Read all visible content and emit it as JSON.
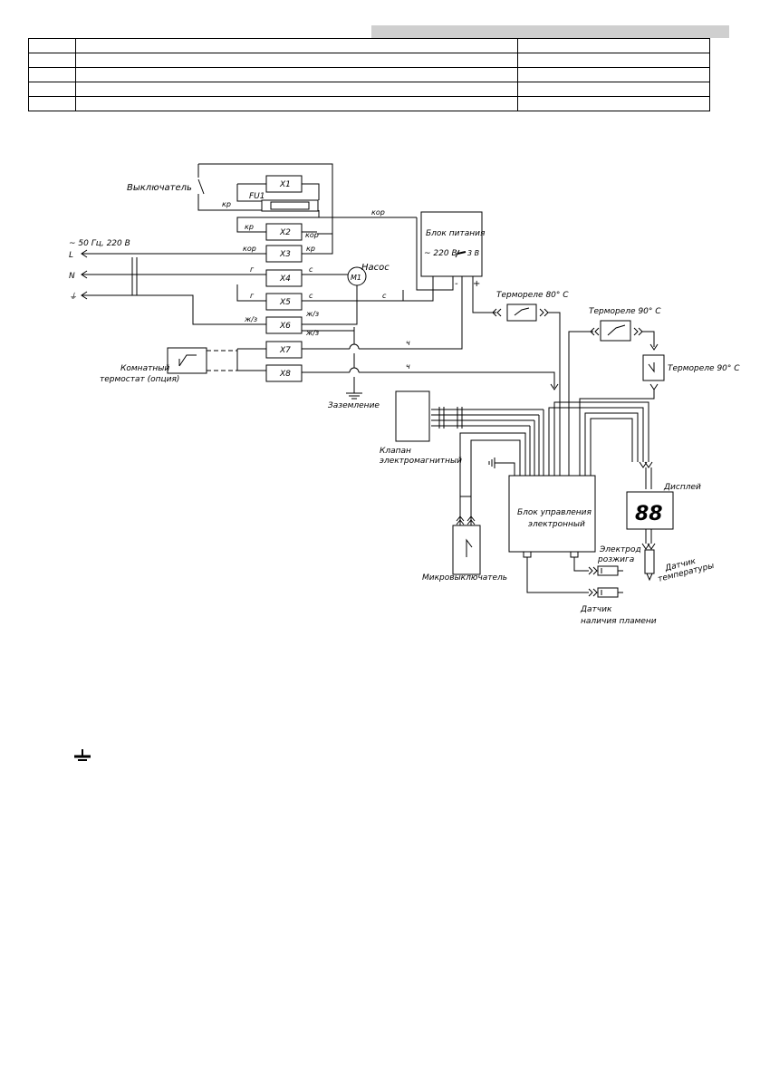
{
  "labels": {
    "switch": "Выключатель",
    "fuse": "FU1",
    "mains": "~ 50 Гц, 220 В",
    "L": "L",
    "N": "N",
    "pump": "Насос",
    "motor": "M1",
    "power_block_title": "Блок питания",
    "power_block_spec_left": "~ 220 В",
    "power_block_spec_right": "3 В",
    "minus": "-",
    "plus": "+",
    "thermorelay_80": "Термореле 80° С",
    "thermorelay_90_a": "Термореле 90° С",
    "thermorelay_90_b": "Термореле 90° С",
    "room_thermostat_1": "Комнатный",
    "room_thermostat_2": "термостат (опция)",
    "ground": "Заземление",
    "valve_1": "Клапан",
    "valve_2": "электромагнитный",
    "control_1": "Блок управления",
    "control_2": "электронный",
    "display": "Дисплей",
    "display_digits": "88",
    "electrode_1": "Электрод",
    "electrode_2": "розжига",
    "temp_sensor_1": "Датчик",
    "temp_sensor_2": "температуры",
    "microswitch": "Микровыключатель",
    "flame_1": "Датчик",
    "flame_2": "наличия пламени"
  },
  "terminals": [
    "X1",
    "X2",
    "X3",
    "X4",
    "X5",
    "X6",
    "X7",
    "X8"
  ],
  "wires": {
    "kr": "кр",
    "kor": "кор",
    "g": "г",
    "s": "с",
    "zh": "ж/з",
    "ch": "ч"
  },
  "colors": {
    "line": "#000000",
    "header_bar": "#cfcfcf"
  }
}
